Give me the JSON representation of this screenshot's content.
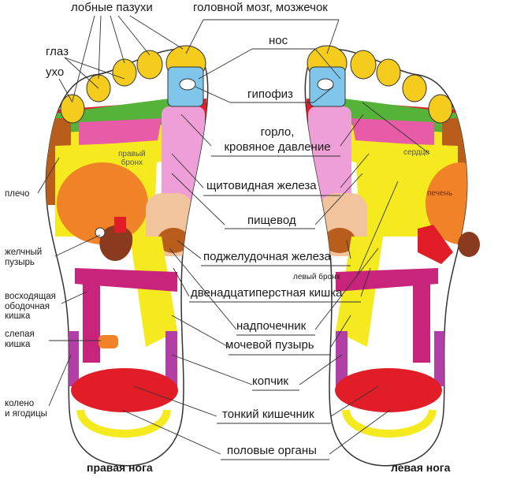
{
  "colors": {
    "yellow": "#f5cc1e",
    "blue": "#7fc6ea",
    "green": "#54b338",
    "pink": "#e85ba6",
    "lightpink": "#ef9fd7",
    "orange": "#f08227",
    "brightyellow": "#f4ea1f",
    "red": "#e11e28",
    "magenta": "#c8247c",
    "violet": "#b23fa6",
    "brown": "#8a3b1f",
    "peach": "#f2c49e",
    "darkorange": "#b95d1c",
    "outline": "#333333"
  },
  "labels": {
    "sinuses": "лобные пазухи",
    "brain": "головной мозг, мозжечок",
    "eye": "глаз",
    "ear": "ухо",
    "nose": "нос",
    "pituitary": "гипофиз",
    "throat_line1": "горло,",
    "throat_line2": "кровяное давление",
    "right_bronchus_line1": "правый",
    "right_bronchus_line2": "бронх",
    "heart": "сердце",
    "shoulder": "плечо",
    "thyroid": "щитовидная железа",
    "liver": "печень",
    "esophagus": "пищевод",
    "gallbladder_line1": "желчный",
    "gallbladder_line2": "пузырь",
    "pancreas": "поджелудочная железа",
    "left_bronchus": "левый бронх",
    "duodenum": "двенадцатиперстная кишка",
    "ascending_colon_line1": "восходящая",
    "ascending_colon_line2": "ободочная",
    "ascending_colon_line3": "кишка",
    "adrenal": "надпочечник",
    "bladder": "мочевой пузырь",
    "cecum_line1": "слепая",
    "cecum_line2": "кишка",
    "coccyx": "копчик",
    "knee_line1": "колено",
    "knee_line2": "и ягодицы",
    "small_intestine": "тонкий кишечник",
    "genitals": "половые органы",
    "right_foot": "правая нога",
    "left_foot": "левая нога"
  }
}
